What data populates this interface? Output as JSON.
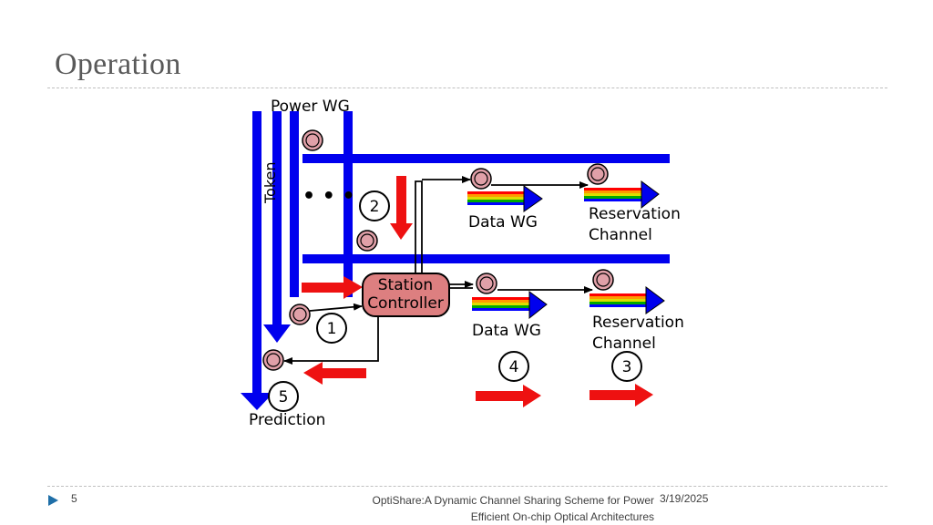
{
  "slide": {
    "title": "Operation",
    "page_number": "5",
    "footer_title_line1": "OptiShare:A Dynamic Channel Sharing Scheme for Power",
    "footer_title_line2": "Efficient On-chip Optical Architectures",
    "date": "3/19/2025"
  },
  "diagram": {
    "labels": {
      "power_wg": "Power WG",
      "token": "Token",
      "ellipsis": "• • •",
      "station_line1": "Station",
      "station_line2": "Controller",
      "data_wg_top": "Data WG",
      "reservation_top_line1": "Reservation",
      "reservation_top_line2": "Channel",
      "data_wg_bottom": "Data WG",
      "reservation_bottom_line1": "Reservation",
      "reservation_bottom_line2": "Channel",
      "prediction": "Prediction"
    },
    "steps": [
      "1",
      "2",
      "3",
      "4",
      "5"
    ],
    "colors": {
      "waveguide": "#0000ee",
      "signal_arrow": "#ee1111",
      "ring_fill": "#e0a0a8",
      "controller_fill": "#dd7f80",
      "rainbow": [
        "#ff0000",
        "#ff9900",
        "#dddd00",
        "#00aa00",
        "#0000ff"
      ]
    }
  }
}
